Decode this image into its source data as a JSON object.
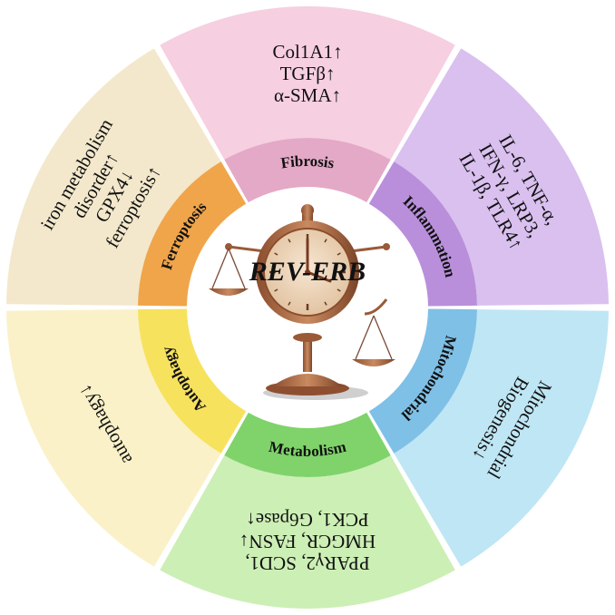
{
  "center": {
    "title": "REV-ERB",
    "icon": "clock-balance-scale-icon"
  },
  "segments": [
    {
      "id": "fibrosis",
      "label": "Fibrosis",
      "outer_color": "#f6cfe0",
      "inner_color": "#e4a9c6",
      "lines": [
        "Col1A1↑",
        "TGFβ↑",
        "α-SMA↑"
      ]
    },
    {
      "id": "inflammation",
      "label": "Inflammation",
      "outer_color": "#d9c0ef",
      "inner_color": "#b98fdb",
      "lines": [
        "IL-6, TNF-α,",
        "IFN-γ, LRP3,",
        "IL-1β, TLR4↑"
      ]
    },
    {
      "id": "mitochondrial",
      "label": "Mitochondrial",
      "outer_color": "#bfe6f4",
      "inner_color": "#7fc0e6",
      "lines": [
        "Mitochondrial",
        "Biogenesis↓"
      ]
    },
    {
      "id": "metabolism",
      "label": "Metabolism",
      "outer_color": "#ccefb5",
      "inner_color": "#7fd36a",
      "lines": [
        "PPARγ2, SCD1,",
        "HMGCR, FASN↓",
        "PCK1, G6pase↑"
      ]
    },
    {
      "id": "autophagy",
      "label": "Autophagy",
      "outer_color": "#fbf1c8",
      "inner_color": "#f7e25e",
      "lines": [
        "autophagy↓"
      ]
    },
    {
      "id": "ferroptosis",
      "label": "Ferroptosis",
      "outer_color": "#f3e8cc",
      "inner_color": "#f0a54a",
      "lines": [
        "iron metabolism",
        "disorder↑",
        "GPX4↓",
        "ferroptosis↑"
      ]
    }
  ]
}
